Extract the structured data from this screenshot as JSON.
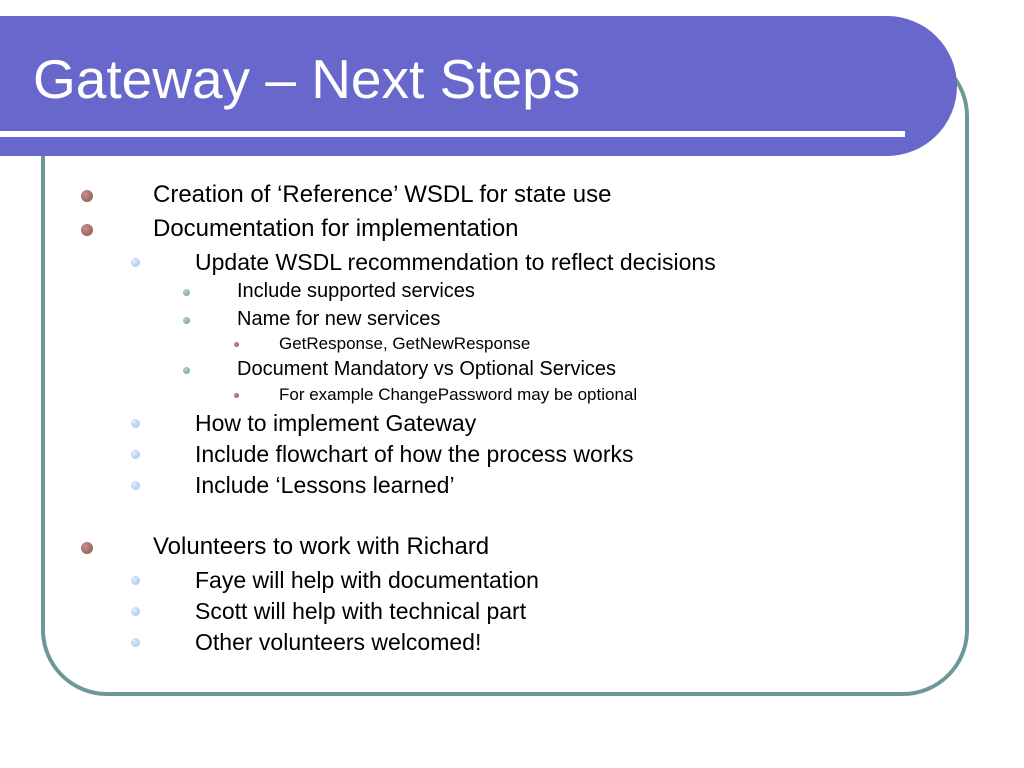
{
  "slide": {
    "title": "Gateway – Next Steps",
    "bullets": [
      {
        "level": 1,
        "text": "Creation of ‘Reference’ WSDL for state use"
      },
      {
        "level": 1,
        "text": "Documentation for implementation"
      },
      {
        "level": 2,
        "text": "Update WSDL recommendation to reflect decisions"
      },
      {
        "level": 3,
        "text": "Include supported services"
      },
      {
        "level": 3,
        "text": "Name for new services"
      },
      {
        "level": 4,
        "text": "GetResponse, GetNewResponse"
      },
      {
        "level": 3,
        "text": "Document Mandatory vs Optional Services"
      },
      {
        "level": 4,
        "text": "For example ChangePassword may be optional"
      },
      {
        "level": 2,
        "text": "How to implement Gateway"
      },
      {
        "level": 2,
        "text": "Include flowchart of how the process works"
      },
      {
        "level": 2,
        "text": "Include ‘Lessons learned’"
      },
      {
        "level": 1,
        "text": "Volunteers to work with Richard"
      },
      {
        "level": 2,
        "text": "Faye will help with documentation"
      },
      {
        "level": 2,
        "text": "Scott will help with technical part"
      },
      {
        "level": 2,
        "text": "Other volunteers welcomed!"
      }
    ]
  },
  "colors": {
    "title_band": "#6868cc",
    "frame_border": "#6a9a98",
    "level1_bullet": "#8a5550",
    "level2_bullet": "#99bfe8",
    "level3_bullet": "#6a9a98",
    "level4_bullet": "#8a5550"
  },
  "icons": {
    "level1": "round-bullet-icon",
    "level2": "round-bullet-icon",
    "level3": "round-bullet-icon",
    "level4": "round-bullet-icon"
  }
}
